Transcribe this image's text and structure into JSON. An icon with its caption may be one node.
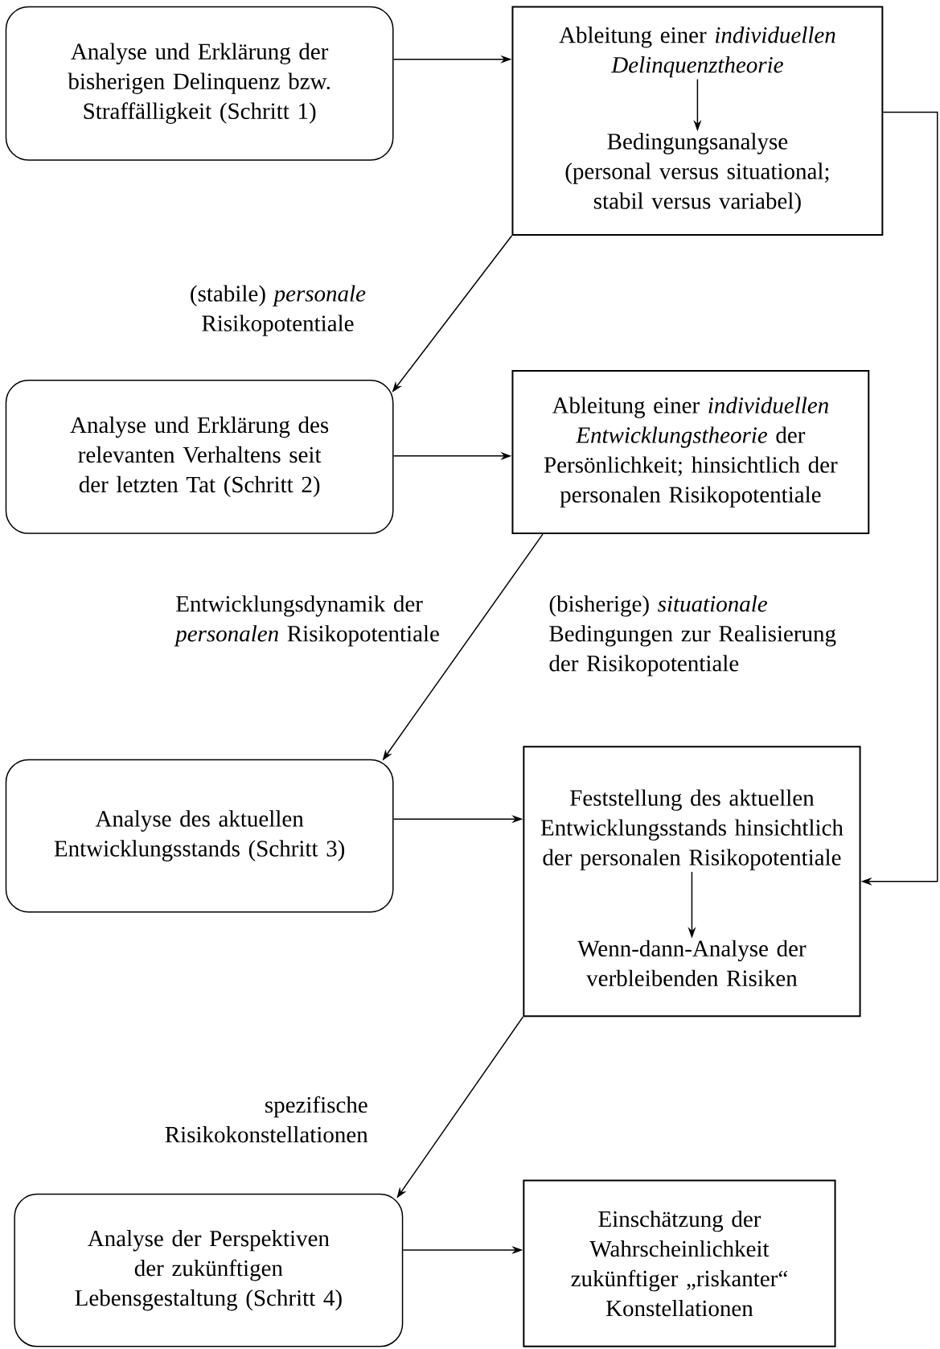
{
  "diagram": {
    "nodes": [
      {
        "text": [
          "Analyse und Erklärung der bisherigen Delinquenz bzw. Straffälligkeit (Schritt 1)"
        ]
      },
      {
        "text": [],
        "shape": "box"
      },
      {
        "text": [
          "Ableitung einer *individuellen Delinquenztheorie*"
        ],
        "in": 1
      },
      {
        "text": [
          "Bedingungsanalyse (personal versus situational; stabil versus variabel)"
        ],
        "in": 1
      },
      {
        "text": [
          "Analyse und Erklärung des relevanten Verhaltens seit der letzten Tat (Schritt 2)"
        ]
      },
      {
        "text": [
          "Ableitung einer *individuellen Entwicklungstheorie* der Persönlichkeit; hinsichtlich der personalen Risikopotentiale"
        ]
      },
      {
        "text": [
          "Analyse des aktuellen Entwicklungsstands (Schritt 3)"
        ]
      },
      {
        "text": [],
        "shape": "box"
      },
      {
        "text": [
          "Feststellung des aktuellen Entwicklungsstands hinsichtlich der personalen Risikopotentiale"
        ],
        "in": 7
      },
      {
        "text": [
          "Wenn-dann-Analyse der verbleibenden Risiken"
        ],
        "in": 7
      },
      {
        "text": [
          "Analyse der Perspektiven der zukünftigen Lebensgestaltung (Schritt 4)"
        ]
      },
      {
        "text": [
          "Einschätzung der Wahrscheinlichkeit zukünftiger „riskanter“ Konstellationen"
        ]
      }
    ],
    "edges": [
      {
        "from": 0,
        "to": 1,
        "arrow": "to"
      },
      {
        "from": 2,
        "to": 3,
        "arrow": "to"
      },
      {
        "from": 1,
        "to": 4,
        "arrow": "to",
        "label": "(stabile) *personale* Risikopotentiale"
      },
      {
        "from": 4,
        "to": 5,
        "arrow": "to"
      },
      {
        "from": 1,
        "to": 7,
        "arrow": "to",
        "label": "(bisherige) *situationale* Bedingungen zur Realisierung der Risikopotentiale"
      },
      {
        "from": 5,
        "to": 6,
        "arrow": "to",
        "label": "Entwicklungsdynamik der *personalen* Risikopotentiale"
      },
      {
        "from": 6,
        "to": 7,
        "arrow": "to"
      },
      {
        "from": 8,
        "to": 9,
        "arrow": "to"
      },
      {
        "from": 7,
        "to": 10,
        "arrow": "to",
        "label": "spezifische Risikokonstellationen"
      },
      {
        "from": 10,
        "to": 11,
        "arrow": "to"
      }
    ]
  }
}
